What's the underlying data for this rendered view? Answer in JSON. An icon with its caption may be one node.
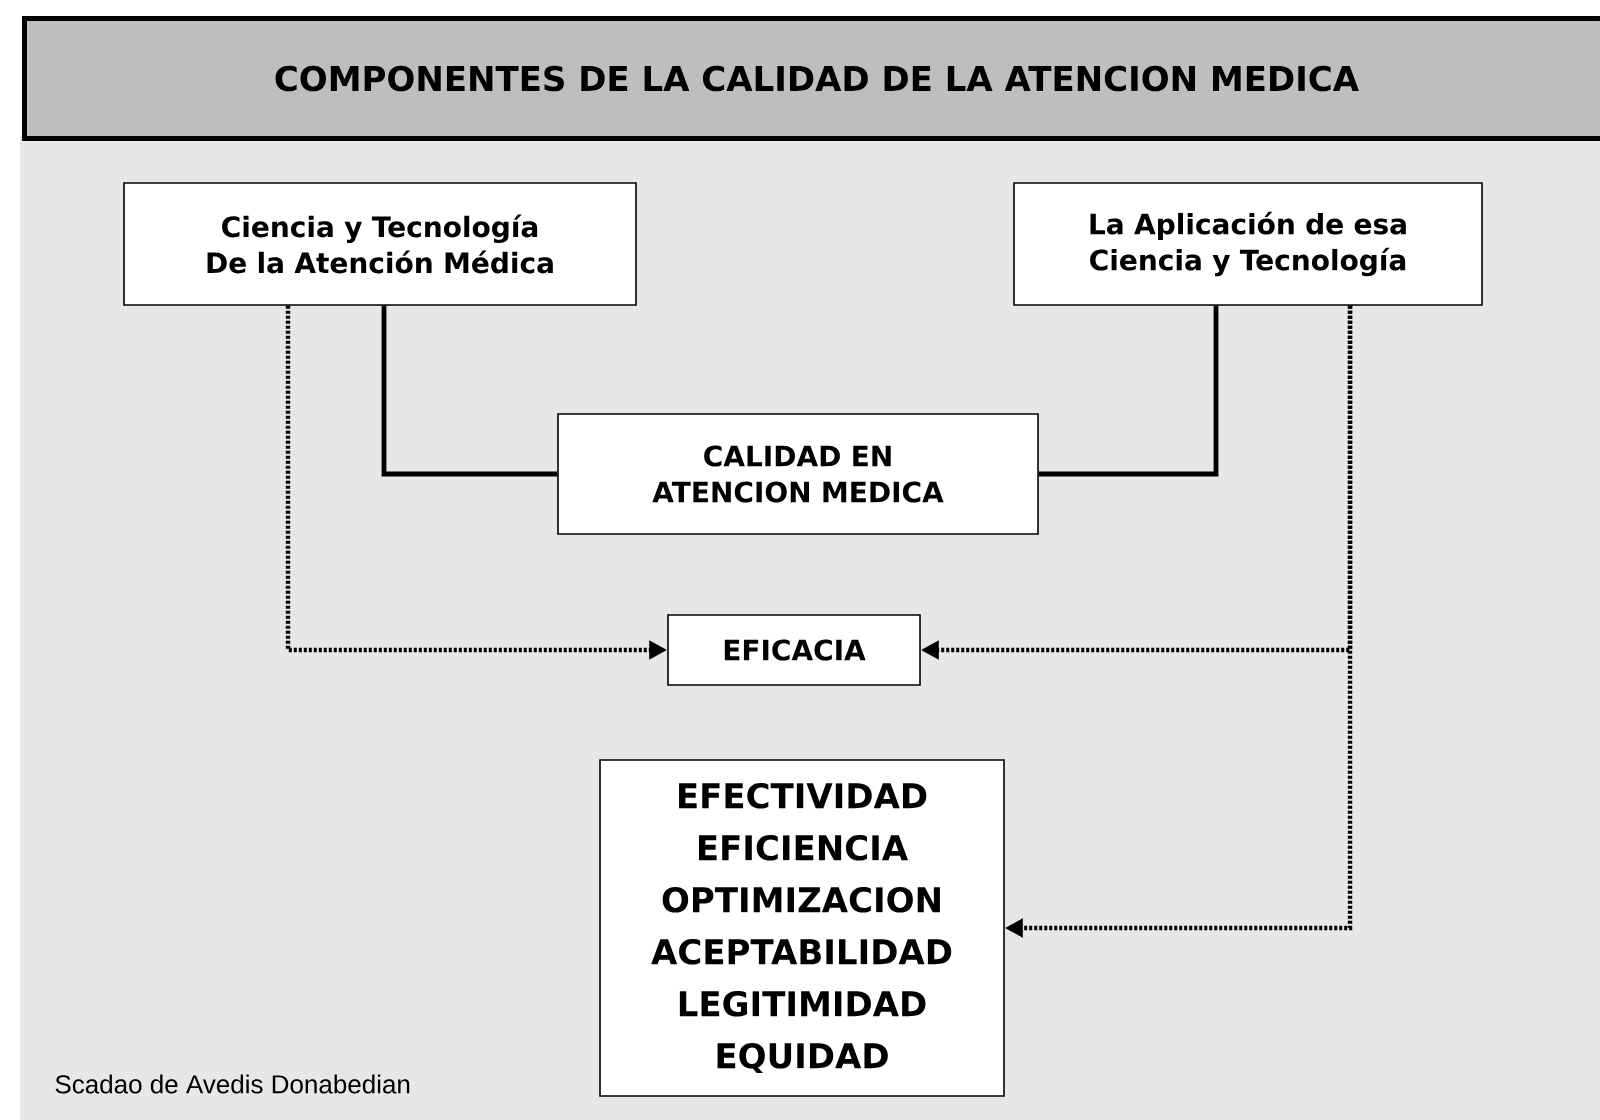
{
  "diagram": {
    "title": "COMPONENTES DE LA CALIDAD DE LA ATENCION MEDICA",
    "nodes": [
      {
        "text": [
          "Ciencia y Tecnología De la Atención Médica"
        ]
      },
      {
        "text": [
          "La Aplicación de esa Ciencia y Tecnología"
        ]
      },
      {
        "text": [
          "CALIDAD EN ATENCION MEDICA"
        ]
      },
      {
        "text": [
          "EFICACIA"
        ]
      },
      {
        "text": [
          "EFECTIVIDAD",
          "EFICIENCIA",
          "OPTIMIZACION",
          "ACEPTABILIDAD",
          "LEGITIMIDAD",
          "EQUIDAD"
        ]
      }
    ],
    "edges": [
      {
        "from": 0,
        "to": 2,
        "arrow": "none"
      },
      {
        "from": 1,
        "to": 2,
        "arrow": "none"
      },
      {
        "from": 0,
        "to": 3,
        "arrow": "to",
        "style": "dashed"
      },
      {
        "from": 1,
        "to": 3,
        "arrow": "to",
        "style": "dashed"
      },
      {
        "from": 1,
        "to": 4,
        "arrow": "to",
        "style": "dashed"
      }
    ],
    "labels": [
      "Scadao de Avedis Donabedian"
    ]
  }
}
